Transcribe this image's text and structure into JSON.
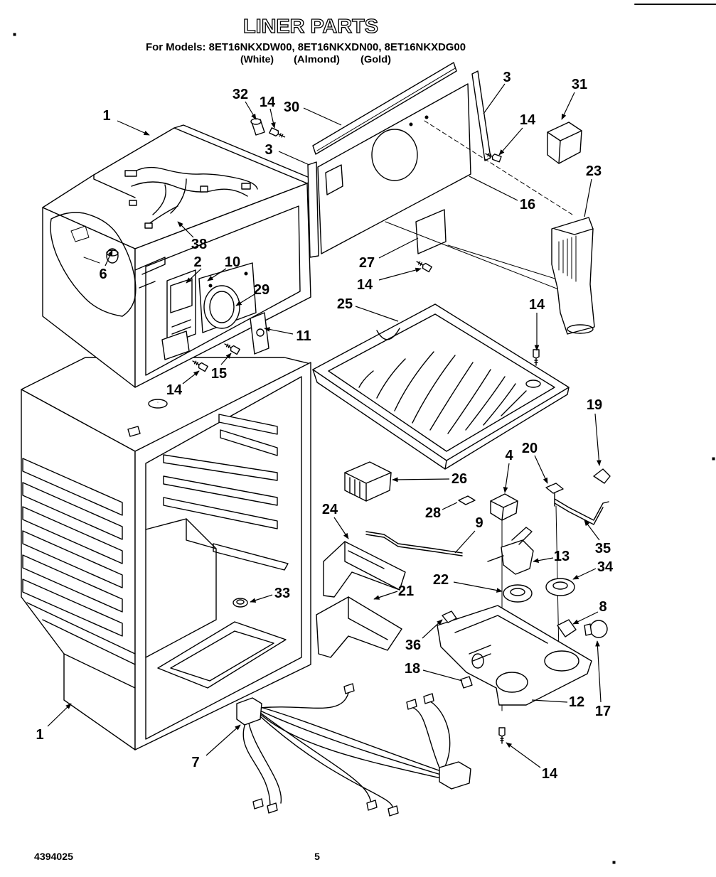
{
  "title": "LINER PARTS",
  "models_line": "For Models: 8ET16NKXDW00, 8ET16NKXDN00, 8ET16NKXDG00",
  "finishes": [
    "(White)",
    "(Almond)",
    "(Gold)"
  ],
  "callouts": [
    "1",
    "32",
    "14",
    "30",
    "3",
    "31",
    "14",
    "3",
    "23",
    "16",
    "38",
    "27",
    "2",
    "10",
    "14",
    "6",
    "29",
    "25",
    "14",
    "11",
    "15",
    "14",
    "19",
    "20",
    "4",
    "26",
    "28",
    "24",
    "9",
    "35",
    "13",
    "34",
    "22",
    "33",
    "21",
    "8",
    "36",
    "18",
    "12",
    "17",
    "1",
    "7",
    "14"
  ],
  "footer": {
    "document_number": "4394025",
    "page_number": "5"
  }
}
